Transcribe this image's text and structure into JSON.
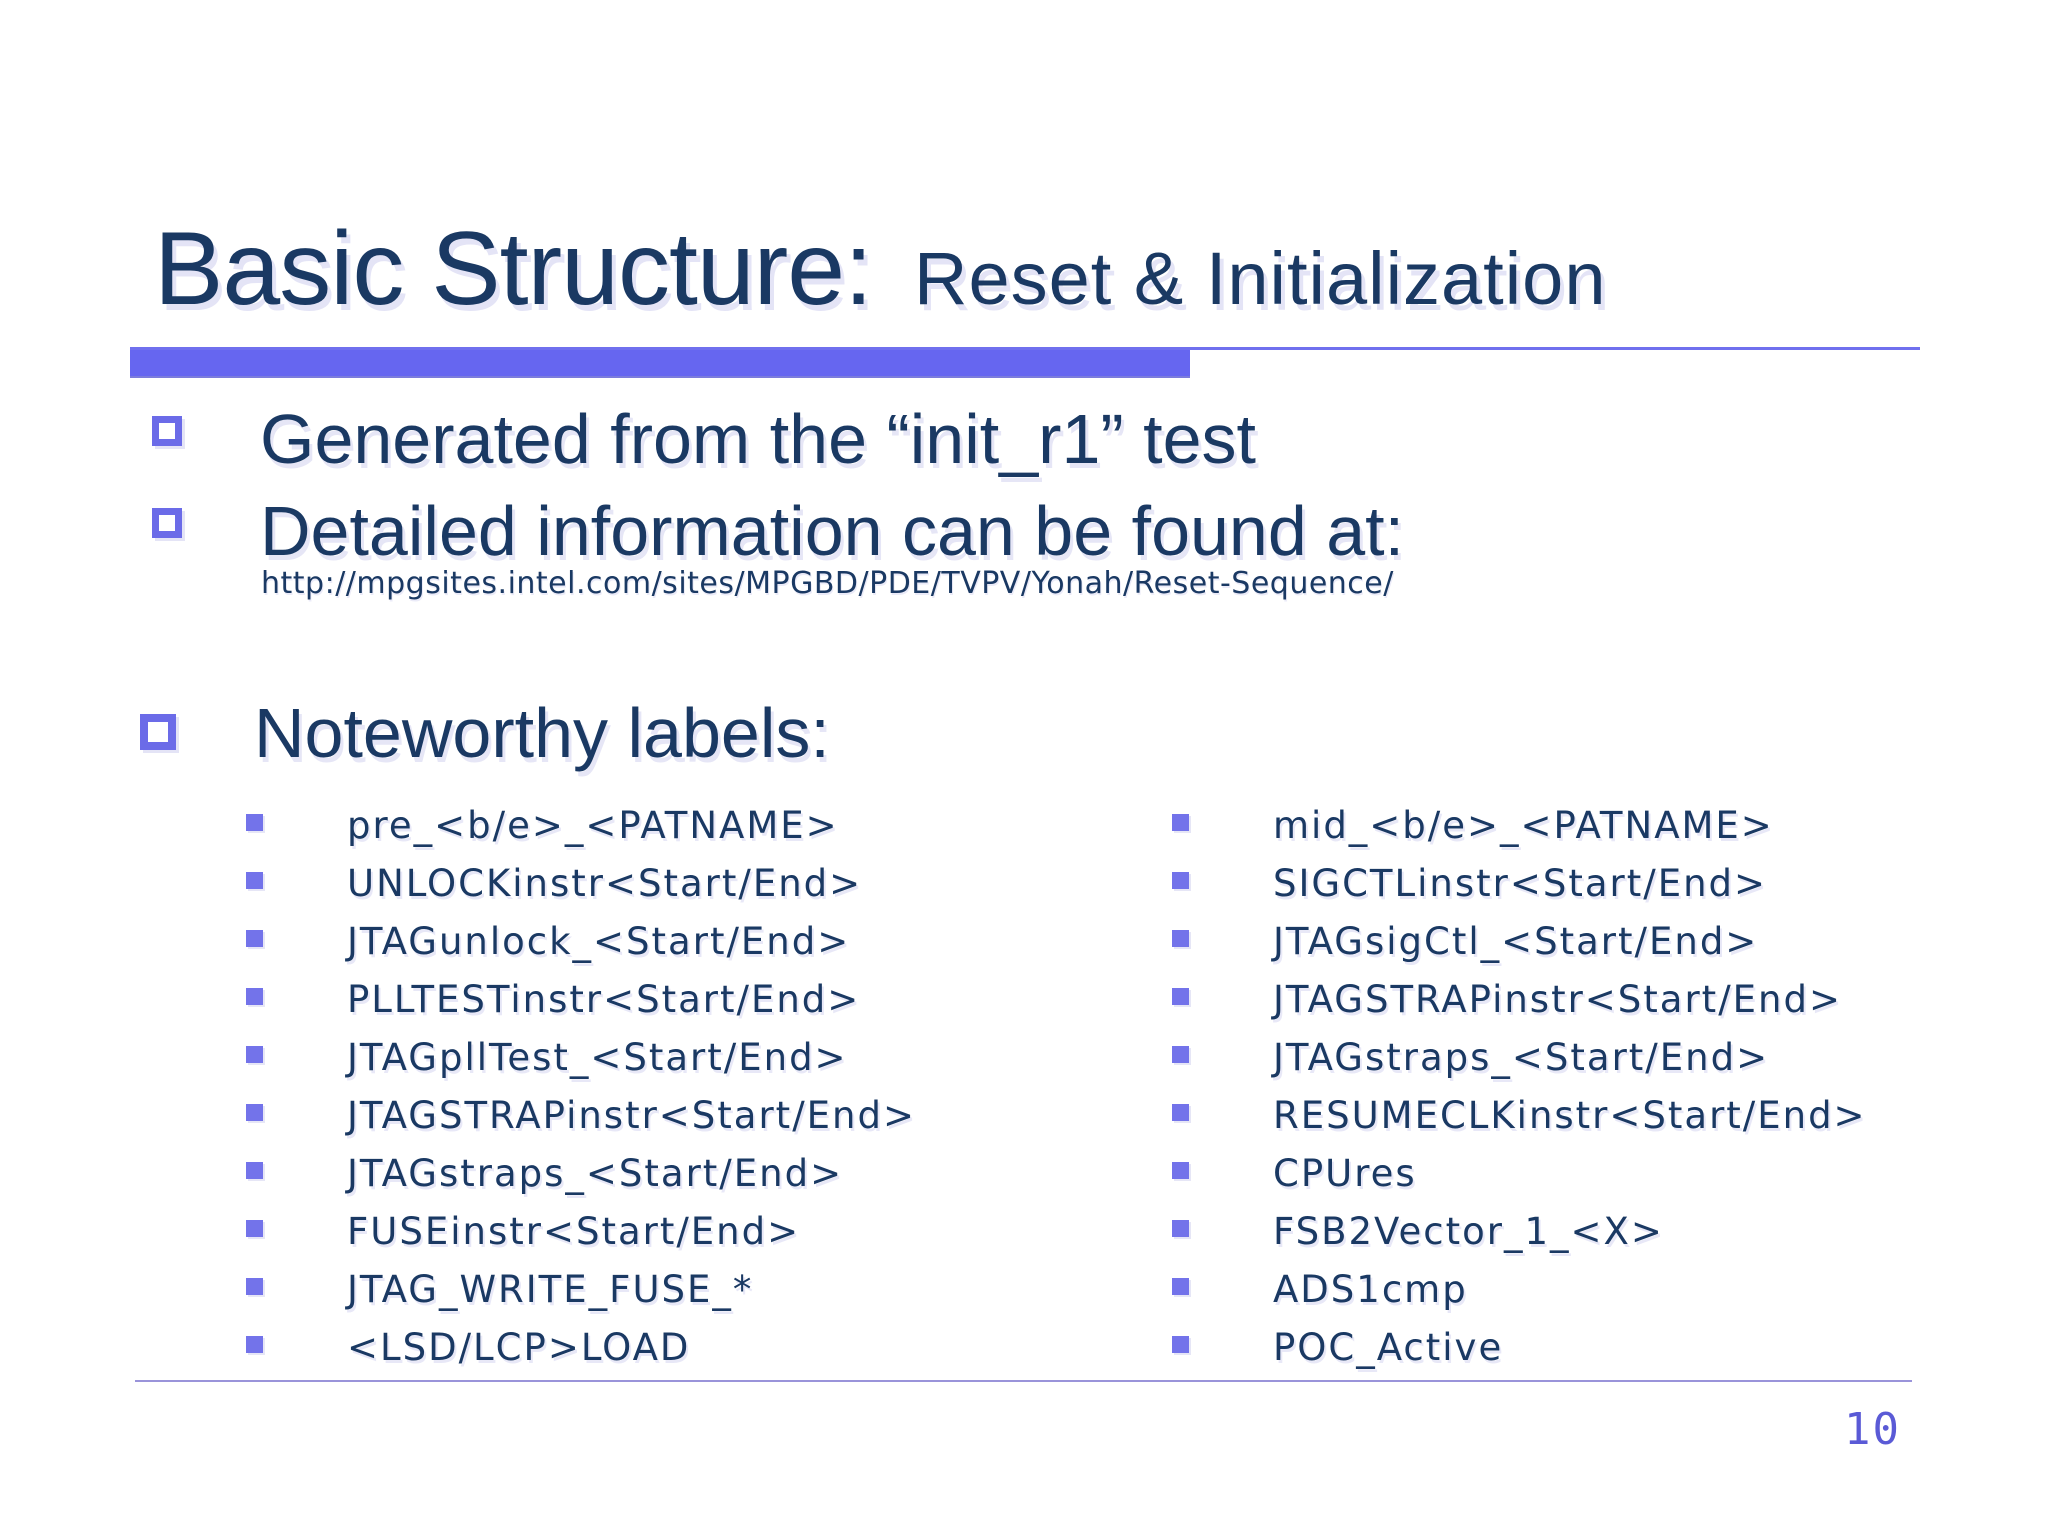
{
  "slide": {
    "title": {
      "main": "Basic Structure:",
      "sub": "Reset & Initialization"
    },
    "bullets": {
      "b1": "Generated from the “init_r1” test",
      "b2": "Detailed information can be found at:",
      "b2_link": "http://mpgsites.intel.com/sites/MPGBD/PDE/TVPV/Yonah/Reset-Sequence/",
      "b3": "Noteworthy labels:"
    },
    "labels": {
      "left": [
        "pre_<b/e>_<PATNAME>",
        "UNLOCKinstr<Start/End>",
        "JTAGunlock_<Start/End>",
        "PLLTESTinstr<Start/End>",
        "JTAGpllTest_<Start/End>",
        "JTAGSTRAPinstr<Start/End>",
        "JTAGstraps_<Start/End>",
        "FUSEinstr<Start/End>",
        "JTAG_WRITE_FUSE_*",
        "<LSD/LCP>LOAD"
      ],
      "right": [
        "mid_<b/e>_<PATNAME>",
        "SIGCTLinstr<Start/End>",
        "JTAGsigCtl_<Start/End>",
        "JTAGSTRAPinstr<Start/End>",
        "JTAGstraps_<Start/End>",
        "RESUMECLKinstr<Start/End>",
        "CPUres",
        "FSB2Vector_1_<X>",
        "ADS1cmp",
        "POC_Active"
      ]
    },
    "page_number": "10",
    "colors": {
      "heading_text": "#1a3963",
      "accent_bar": "#6666f0",
      "bullet_outline": "#6b6be8",
      "bullet_fill": "#7373ea",
      "divider": "#9a94da",
      "page_number": "#5a5ad6"
    }
  }
}
